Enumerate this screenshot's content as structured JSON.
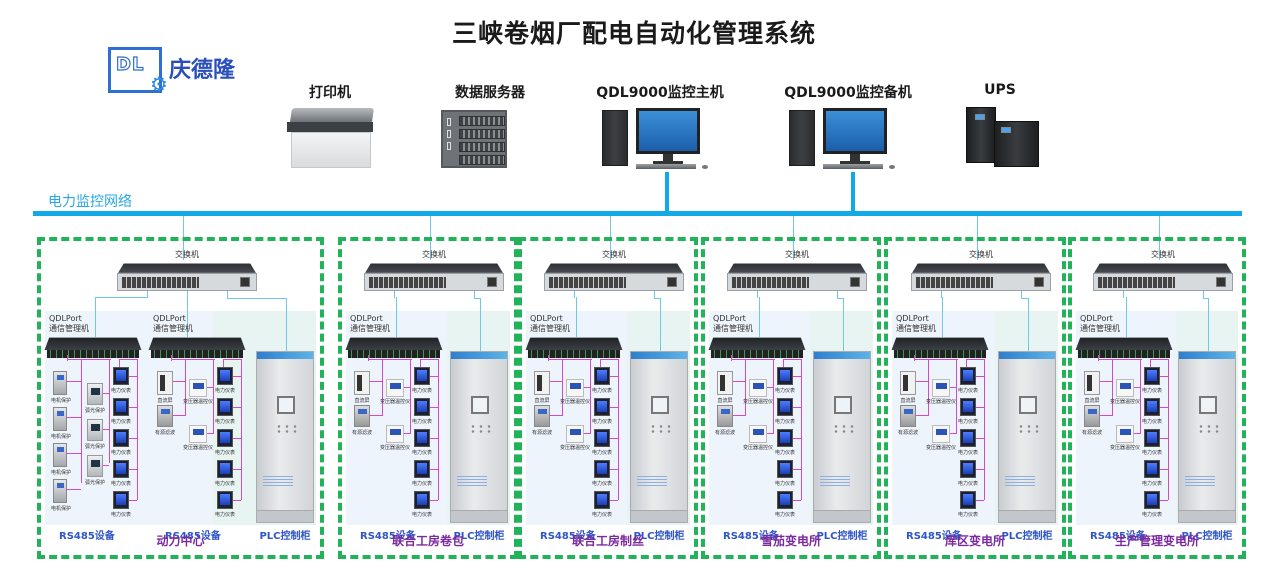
{
  "title": "三峡卷烟厂配电自动化管理系统",
  "logo": {
    "mark": "DL",
    "name": "庆德隆",
    "gear_icon": "gear-icon"
  },
  "top_devices": [
    {
      "id": "printer",
      "label": "打印机"
    },
    {
      "id": "server",
      "label": "数据服务器"
    },
    {
      "id": "main-host",
      "label": "QDL9000监控主机"
    },
    {
      "id": "backup-host",
      "label": "QDL9000监控备机"
    },
    {
      "id": "ups",
      "label": "UPS"
    }
  ],
  "network": {
    "label": "电力监控网络",
    "color": "#12a9e8"
  },
  "common": {
    "switch_label": "交换机",
    "qdl_label_line1": "QDLPort",
    "qdl_label_line2": "通信管理机",
    "rs485_label": "RS485设备",
    "plc_label": "PLC控制柜",
    "meter_label": "电力仪表",
    "motor_protection": "电机保护",
    "arc_protection": "弧光保护",
    "dc_panel": "直流屏",
    "active_filter": "有源滤波",
    "transformer_temp": "变压器温控仪"
  },
  "colors": {
    "zone_border": "#22b35a",
    "zone_name": "#7a2a9e",
    "section_label": "#2f56c6",
    "rs485_bus": "#d64ac8",
    "ethernet": "#6fc7ea"
  },
  "zones": [
    {
      "name": "动力中心",
      "rs485_groups": 2
    },
    {
      "name": "联合工房卷包",
      "rs485_groups": 1
    },
    {
      "name": "联合工房制丝",
      "rs485_groups": 1
    },
    {
      "name": "雪茄变电所",
      "rs485_groups": 1
    },
    {
      "name": "库区变电所",
      "rs485_groups": 1
    },
    {
      "name": "生产管理变电所",
      "rs485_groups": 1
    }
  ]
}
